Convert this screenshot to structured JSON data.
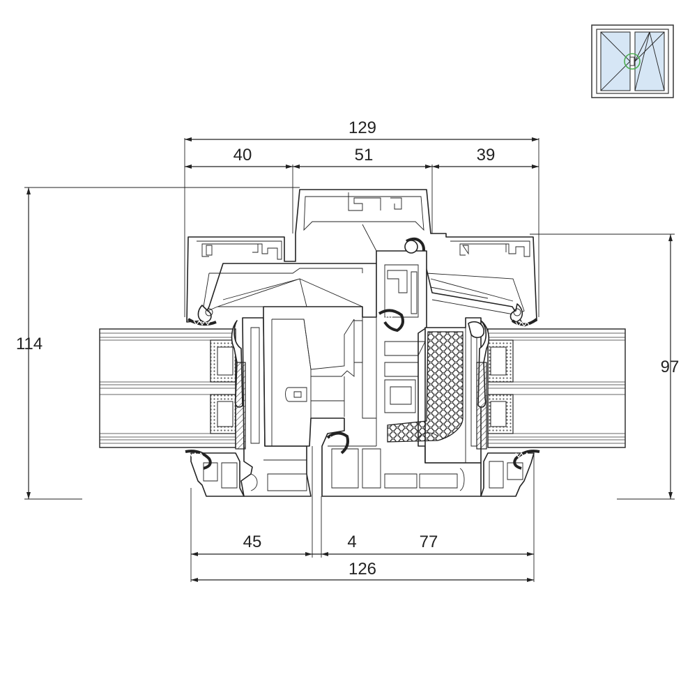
{
  "drawing": {
    "dimensions": {
      "overall_top": "129",
      "top_left": "40",
      "top_middle": "51",
      "top_right": "39",
      "left_height": "114",
      "right_height": "97",
      "bottom_left": "45",
      "bottom_gap": "4",
      "bottom_right": "77",
      "overall_bottom": "126"
    },
    "window_icon": {
      "type": "double-sash window, tilt-and-turn",
      "glass_color": "#d6e6f5",
      "marker_color": "#4caf50"
    },
    "colors": {
      "line": "#222222",
      "gasket_hatch": "#9e9e9e",
      "background": "#ffffff"
    }
  }
}
